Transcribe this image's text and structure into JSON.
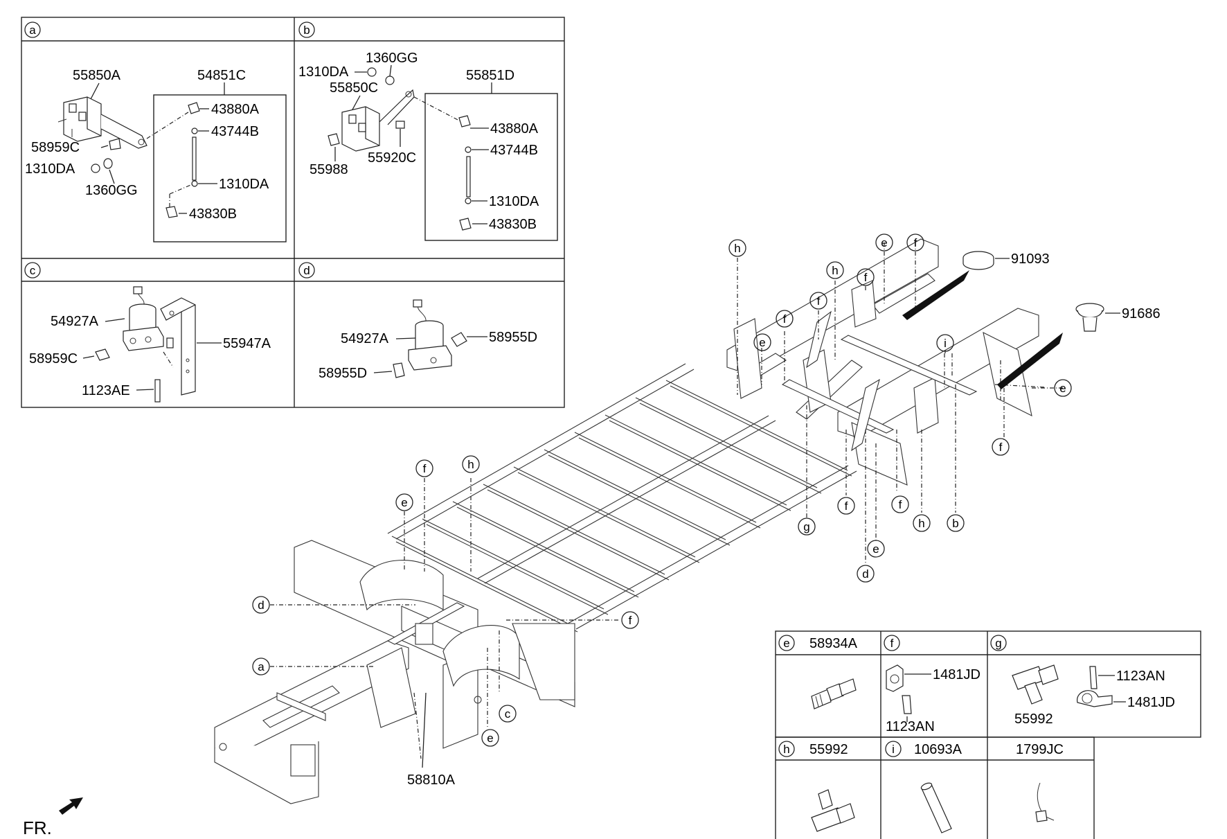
{
  "panels": {
    "a": {
      "letter": "a",
      "parts": [
        "55850A",
        "54851C",
        "43880A",
        "43744B",
        "58959C",
        "1310DA",
        "1360GG",
        "1310DA",
        "43830B"
      ]
    },
    "b": {
      "letter": "b",
      "parts": [
        "1360GG",
        "1310DA",
        "55850C",
        "55851D",
        "43880A",
        "43744B",
        "55988",
        "55920C",
        "1310DA",
        "43830B"
      ]
    },
    "c": {
      "letter": "c",
      "parts": [
        "54927A",
        "55947A",
        "58959C",
        "1123AE"
      ]
    },
    "d": {
      "letter": "d",
      "parts": [
        "54927A",
        "58955D",
        "58955D"
      ]
    }
  },
  "legend": {
    "e": {
      "letter": "e",
      "part": "58934A"
    },
    "f": {
      "letter": "f",
      "parts": [
        "1481JD",
        "1123AN"
      ]
    },
    "g": {
      "letter": "g",
      "parts": [
        "1123AN",
        "1481JD",
        "55992"
      ]
    },
    "h": {
      "letter": "h",
      "part": "55992"
    },
    "i": {
      "letter": "i",
      "part": "10693A"
    },
    "extra": {
      "part": "1799JC"
    }
  },
  "main": {
    "part_labels": [
      "91093",
      "91686",
      "58810A"
    ],
    "callouts_front": [
      "e",
      "f",
      "h",
      "d",
      "f",
      "a",
      "c",
      "e"
    ],
    "callouts_rear": [
      "h",
      "e",
      "f",
      "f",
      "h",
      "f",
      "e",
      "f",
      "i",
      "e",
      "f",
      "g",
      "f",
      "f",
      "h",
      "b",
      "e",
      "d"
    ],
    "front_label": "FR."
  }
}
